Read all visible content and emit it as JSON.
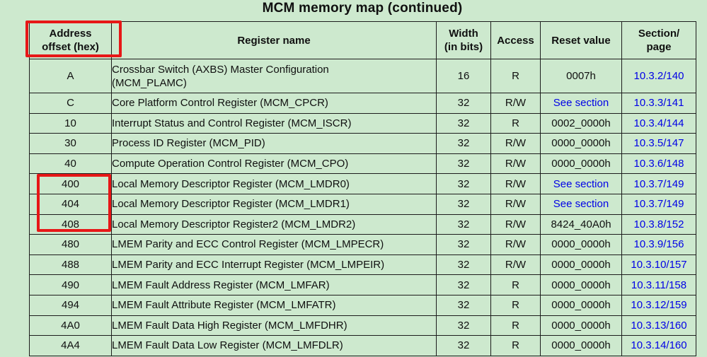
{
  "title": "MCM memory map (continued)",
  "colors": {
    "page_background": "#cde9ce",
    "table_border": "#1c1c1c",
    "link_blue": "#0000e6",
    "highlight_red": "#e71717"
  },
  "table": {
    "columns": [
      "Address\noffset (hex)",
      "Register name",
      "Width\n(in bits)",
      "Access",
      "Reset value",
      "Section/\npage"
    ],
    "rows": [
      {
        "offset": "A",
        "name": "Crossbar Switch (AXBS) Master Configuration\n(MCM_PLAMC)",
        "width": "16",
        "access": "R",
        "reset": "0007h",
        "reset_is_link": false,
        "section": "10.3.2/140"
      },
      {
        "offset": "C",
        "name": "Core Platform Control Register (MCM_CPCR)",
        "width": "32",
        "access": "R/W",
        "reset": "See section",
        "reset_is_link": true,
        "section": "10.3.3/141"
      },
      {
        "offset": "10",
        "name": "Interrupt Status and Control Register (MCM_ISCR)",
        "width": "32",
        "access": "R",
        "reset": "0002_0000h",
        "reset_is_link": false,
        "section": "10.3.4/144"
      },
      {
        "offset": "30",
        "name": "Process ID Register (MCM_PID)",
        "width": "32",
        "access": "R/W",
        "reset": "0000_0000h",
        "reset_is_link": false,
        "section": "10.3.5/147"
      },
      {
        "offset": "40",
        "name": "Compute Operation Control Register (MCM_CPO)",
        "width": "32",
        "access": "R/W",
        "reset": "0000_0000h",
        "reset_is_link": false,
        "section": "10.3.6/148"
      },
      {
        "offset": "400",
        "name": "Local Memory Descriptor Register (MCM_LMDR0)",
        "width": "32",
        "access": "R/W",
        "reset": "See section",
        "reset_is_link": true,
        "section": "10.3.7/149"
      },
      {
        "offset": "404",
        "name": "Local Memory Descriptor Register (MCM_LMDR1)",
        "width": "32",
        "access": "R/W",
        "reset": "See section",
        "reset_is_link": true,
        "section": "10.3.7/149"
      },
      {
        "offset": "408",
        "name": "Local Memory Descriptor Register2 (MCM_LMDR2)",
        "width": "32",
        "access": "R/W",
        "reset": "8424_40A0h",
        "reset_is_link": false,
        "section": "10.3.8/152"
      },
      {
        "offset": "480",
        "name": "LMEM Parity and ECC Control Register (MCM_LMPECR)",
        "width": "32",
        "access": "R/W",
        "reset": "0000_0000h",
        "reset_is_link": false,
        "section": "10.3.9/156"
      },
      {
        "offset": "488",
        "name": "LMEM Parity and ECC Interrupt Register (MCM_LMPEIR)",
        "width": "32",
        "access": "R/W",
        "reset": "0000_0000h",
        "reset_is_link": false,
        "section": "10.3.10/157"
      },
      {
        "offset": "490",
        "name": "LMEM Fault Address Register (MCM_LMFAR)",
        "width": "32",
        "access": "R",
        "reset": "0000_0000h",
        "reset_is_link": false,
        "section": "10.3.11/158"
      },
      {
        "offset": "494",
        "name": "LMEM Fault Attribute Register (MCM_LMFATR)",
        "width": "32",
        "access": "R",
        "reset": "0000_0000h",
        "reset_is_link": false,
        "section": "10.3.12/159"
      },
      {
        "offset": "4A0",
        "name": "LMEM Fault Data High Register (MCM_LMFDHR)",
        "width": "32",
        "access": "R",
        "reset": "0000_0000h",
        "reset_is_link": false,
        "section": "10.3.13/160"
      },
      {
        "offset": "4A4",
        "name": "LMEM Fault Data Low Register (MCM_LMFDLR)",
        "width": "32",
        "access": "R",
        "reset": "0000_0000h",
        "reset_is_link": false,
        "section": "10.3.14/160"
      }
    ]
  }
}
